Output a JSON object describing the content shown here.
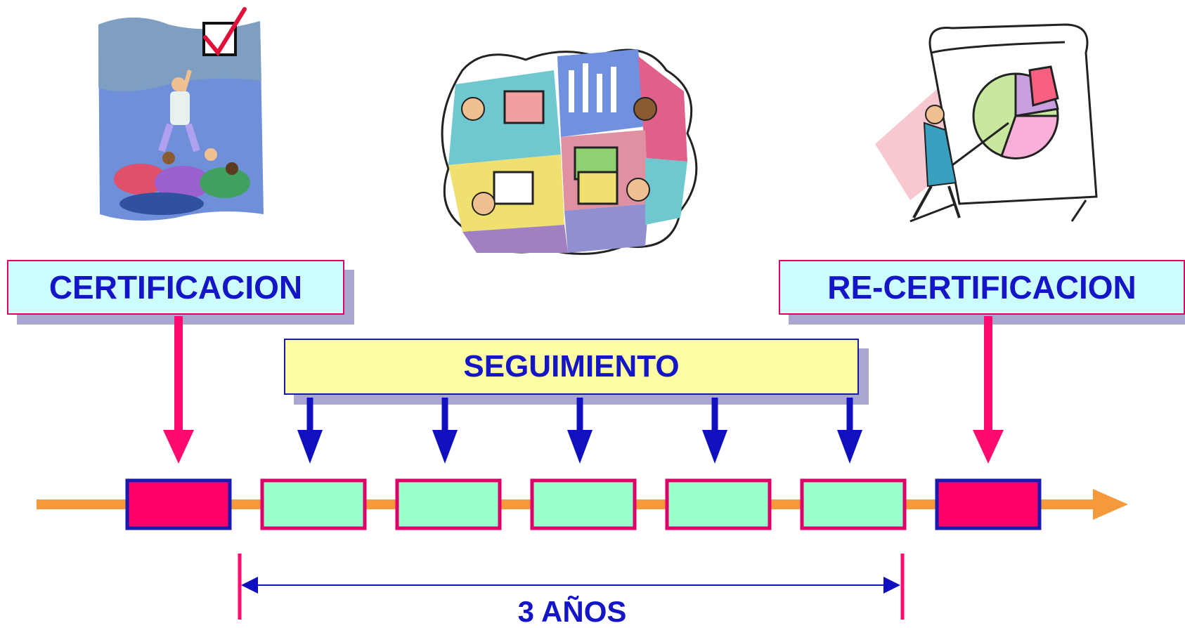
{
  "labels": {
    "certification": "CERTIFICACION",
    "recertification": "RE-CERTIFICACION",
    "follow_up": "SEGUIMIENTO",
    "duration": "3 AÑOS"
  },
  "timeline": {
    "steps": [
      {
        "kind": "certification"
      },
      {
        "kind": "follow_up"
      },
      {
        "kind": "follow_up"
      },
      {
        "kind": "follow_up"
      },
      {
        "kind": "follow_up"
      },
      {
        "kind": "follow_up"
      },
      {
        "kind": "recertification"
      }
    ]
  },
  "icons": {
    "left": "teamwork-pyramid-checkbox-illustration",
    "center": "office-collage-illustration",
    "right": "presentation-pie-chart-illustration"
  },
  "colors": {
    "certification_fill": "#ff0066",
    "follow_up_fill": "#99ffcc",
    "timeline_line": "#f59a3c",
    "magenta_arrow": "#ff0a6e",
    "blue_arrow": "#1010c0",
    "text": "#1515c8",
    "label_box_fill": "#ccfcfc",
    "follow_up_box_fill": "#fcfca2"
  }
}
